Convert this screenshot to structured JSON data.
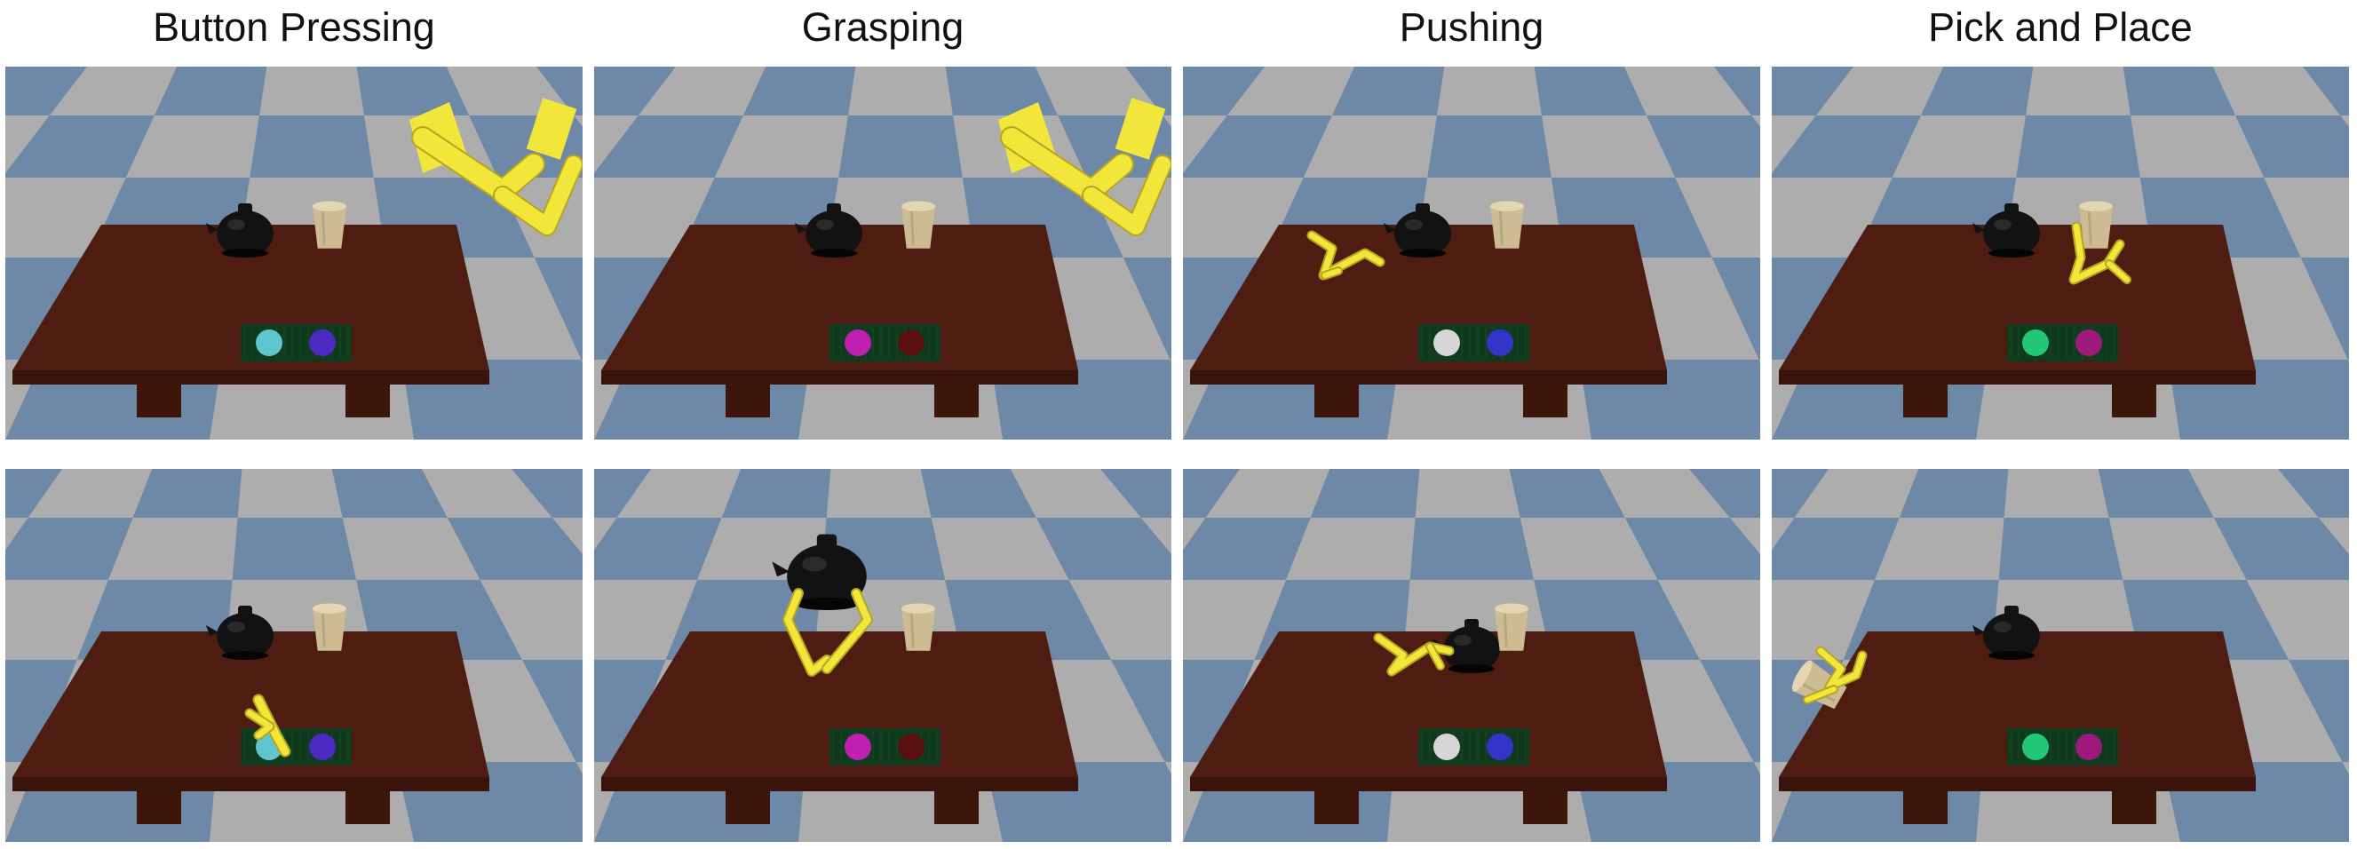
{
  "titles": [
    "Button Pressing",
    "Grasping",
    "Pushing",
    "Pick and Place"
  ],
  "colors": {
    "floor_blue": "#6e88a8",
    "floor_gray": "#adadad",
    "table": "#4e1c10",
    "pad": "#0f3a1e",
    "gripper": "#f2e63a",
    "kettle": "#121212",
    "cup": "#cdbb94"
  },
  "panels": [
    {
      "col": 0,
      "row": 0,
      "buttons": [
        "#5fc6cf",
        "#4a2ac0"
      ],
      "arm": "upper-right",
      "kettle": "table",
      "cup": "table",
      "kettle_lifted": false,
      "cup_held": false
    },
    {
      "col": 1,
      "row": 0,
      "buttons": [
        "#c020b0",
        "#5a1010"
      ],
      "arm": "upper-right",
      "kettle": "table",
      "cup": "table",
      "kettle_lifted": false,
      "cup_held": false
    },
    {
      "col": 2,
      "row": 0,
      "buttons": [
        "#d6d6d6",
        "#3434c8"
      ],
      "arm": "left-of-kettle",
      "kettle": "table",
      "cup": "table",
      "kettle_lifted": false,
      "cup_held": false
    },
    {
      "col": 3,
      "row": 0,
      "buttons": [
        "#22c878",
        "#a0187a"
      ],
      "arm": "at-cup",
      "kettle": "table",
      "cup": "table",
      "kettle_lifted": false,
      "cup_held": false
    },
    {
      "col": 0,
      "row": 1,
      "buttons": [
        "#5fc6cf",
        "#4a2ac0"
      ],
      "arm": "at-button",
      "kettle": "table",
      "cup": "table",
      "kettle_lifted": false,
      "cup_held": false
    },
    {
      "col": 1,
      "row": 1,
      "buttons": [
        "#c020b0",
        "#5a1010"
      ],
      "arm": "holding-kettle",
      "kettle": "lifted",
      "cup": "table",
      "kettle_lifted": true,
      "cup_held": false
    },
    {
      "col": 2,
      "row": 1,
      "buttons": [
        "#d6d6d6",
        "#3434c8"
      ],
      "arm": "pushing-kettle",
      "kettle": "pushed",
      "cup": "table",
      "kettle_lifted": false,
      "cup_held": false
    },
    {
      "col": 3,
      "row": 1,
      "buttons": [
        "#22c878",
        "#a0187a"
      ],
      "arm": "holding-cup",
      "kettle": "table",
      "cup": "held-left",
      "kettle_lifted": false,
      "cup_held": true
    }
  ]
}
